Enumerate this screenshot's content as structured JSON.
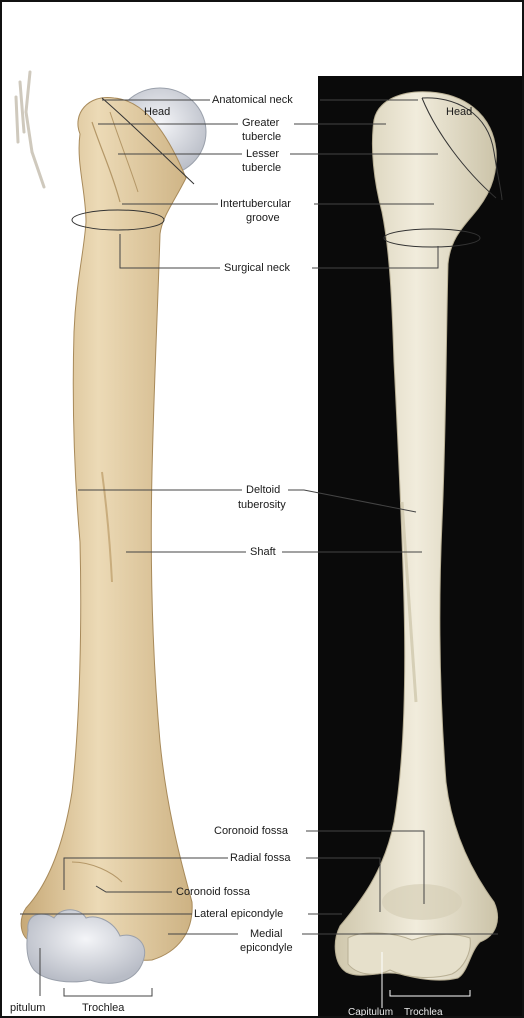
{
  "labels": {
    "head_left": "Head",
    "head_right": "Head",
    "anatomical_neck": "Anatomical neck",
    "greater_tubercle_1": "Greater",
    "greater_tubercle_2": "tubercle",
    "lesser_tubercle_1": "Lesser",
    "lesser_tubercle_2": "tubercle",
    "intertubercular_1": "Intertubercular",
    "intertubercular_2": "groove",
    "surgical_neck": "Surgical neck",
    "deltoid_1": "Deltoid",
    "deltoid_2": "tuberosity",
    "shaft": "Shaft",
    "coronoid_fossa_right": "Coronoid fossa",
    "radial_fossa": "Radial fossa",
    "coronoid_fossa_left": "Coronoid fossa",
    "lateral_epicondyle": "Lateral epicondyle",
    "medial_epicondyle_1": "Medial",
    "medial_epicondyle_2": "epicondyle",
    "capitulum_left": "pitulum",
    "trochlea_left": "Trochlea",
    "capitulum_right": "Capitulum",
    "trochlea_right": "Trochlea"
  },
  "colors": {
    "left_bone": "#e6d3ad",
    "left_bone_shadow": "#c9ad7d",
    "right_bone": "#ece6d2",
    "right_bone_shadow": "#c9c1a6",
    "cartilage": "#dcdfe6",
    "dark_panel": "#0a0a0a",
    "leader_line": "#444444"
  }
}
